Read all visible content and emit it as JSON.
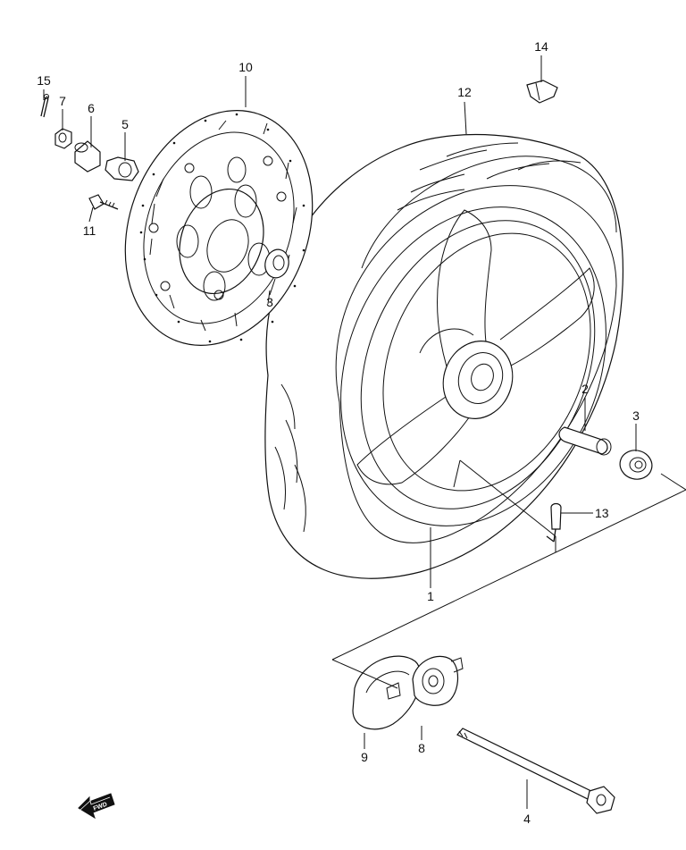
{
  "callouts": {
    "c1": "1",
    "c2": "2",
    "c3a": "3",
    "c3b": "3",
    "c4": "4",
    "c5": "5",
    "c6": "6",
    "c7": "7",
    "c8": "8",
    "c9": "9",
    "c10": "10",
    "c11": "11",
    "c12": "12",
    "c13": "13",
    "c14": "14",
    "c15": "15"
  },
  "direction_badge": "FWD",
  "icons": {
    "direction": "fwd-arrow-icon"
  }
}
